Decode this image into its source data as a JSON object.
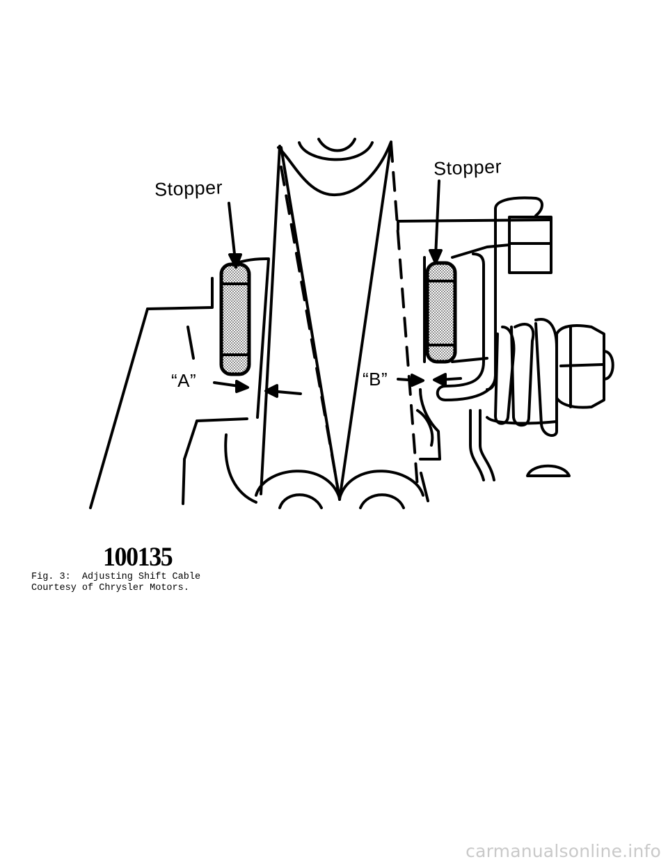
{
  "figure": {
    "labels": {
      "stopper_left": "Stopper",
      "stopper_right": "Stopper",
      "gap_a": "“A”",
      "gap_b": "“B”"
    },
    "figure_number": "100135"
  },
  "caption": {
    "title": "Fig. 3:  Adjusting Shift Cable",
    "credit": "Courtesy of Chrysler Motors."
  },
  "watermark": "carmanualsonline.info"
}
